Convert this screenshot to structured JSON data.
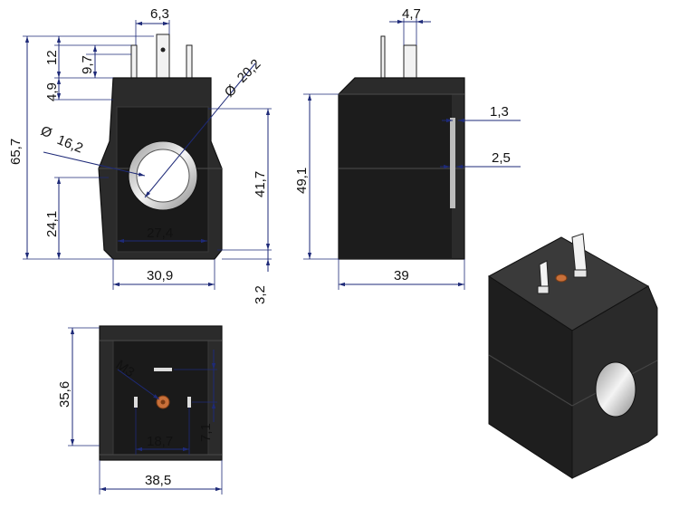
{
  "drawing": {
    "views": [
      "front",
      "side",
      "bottom",
      "isometric"
    ]
  },
  "dimensions": {
    "d63": "6,3",
    "d12": "12",
    "d97": "9,7",
    "d49": "4,9",
    "d657": "65,7",
    "d162": "16,2",
    "d202": "20,2",
    "d241": "24,1",
    "d274": "27,4",
    "d417": "41,7",
    "d309": "30,9",
    "d32": "3,2",
    "d47": "4,7",
    "d13": "1,3",
    "d25": "2,5",
    "d491": "49,1",
    "d39": "39",
    "d356": "35,6",
    "dM3": "M3",
    "d187": "18,7",
    "d71": "7,1",
    "d385": "38,5",
    "phi": "Ø"
  },
  "colors": {
    "dimension_line": "#1e2a78",
    "body": "#2b2b2b",
    "bore": "#d9d9d9",
    "screw": "#c8703a"
  }
}
